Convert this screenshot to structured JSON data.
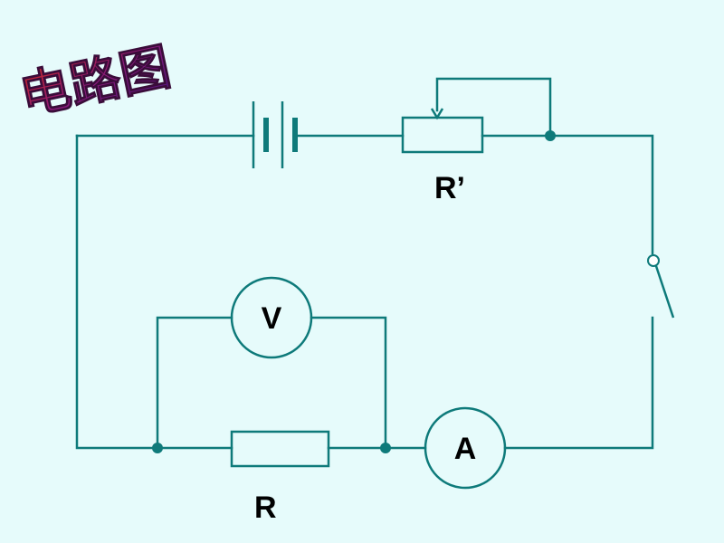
{
  "title": "电路图",
  "labels": {
    "rheostat": "R’",
    "resistor": "R",
    "voltmeter": "V",
    "ammeter": "A"
  },
  "colors": {
    "background": "#e6fbfb",
    "wire": "#0e7a7a",
    "title_gradient": [
      "#d42a1f",
      "#8a1a7a",
      "#4a1680"
    ]
  }
}
